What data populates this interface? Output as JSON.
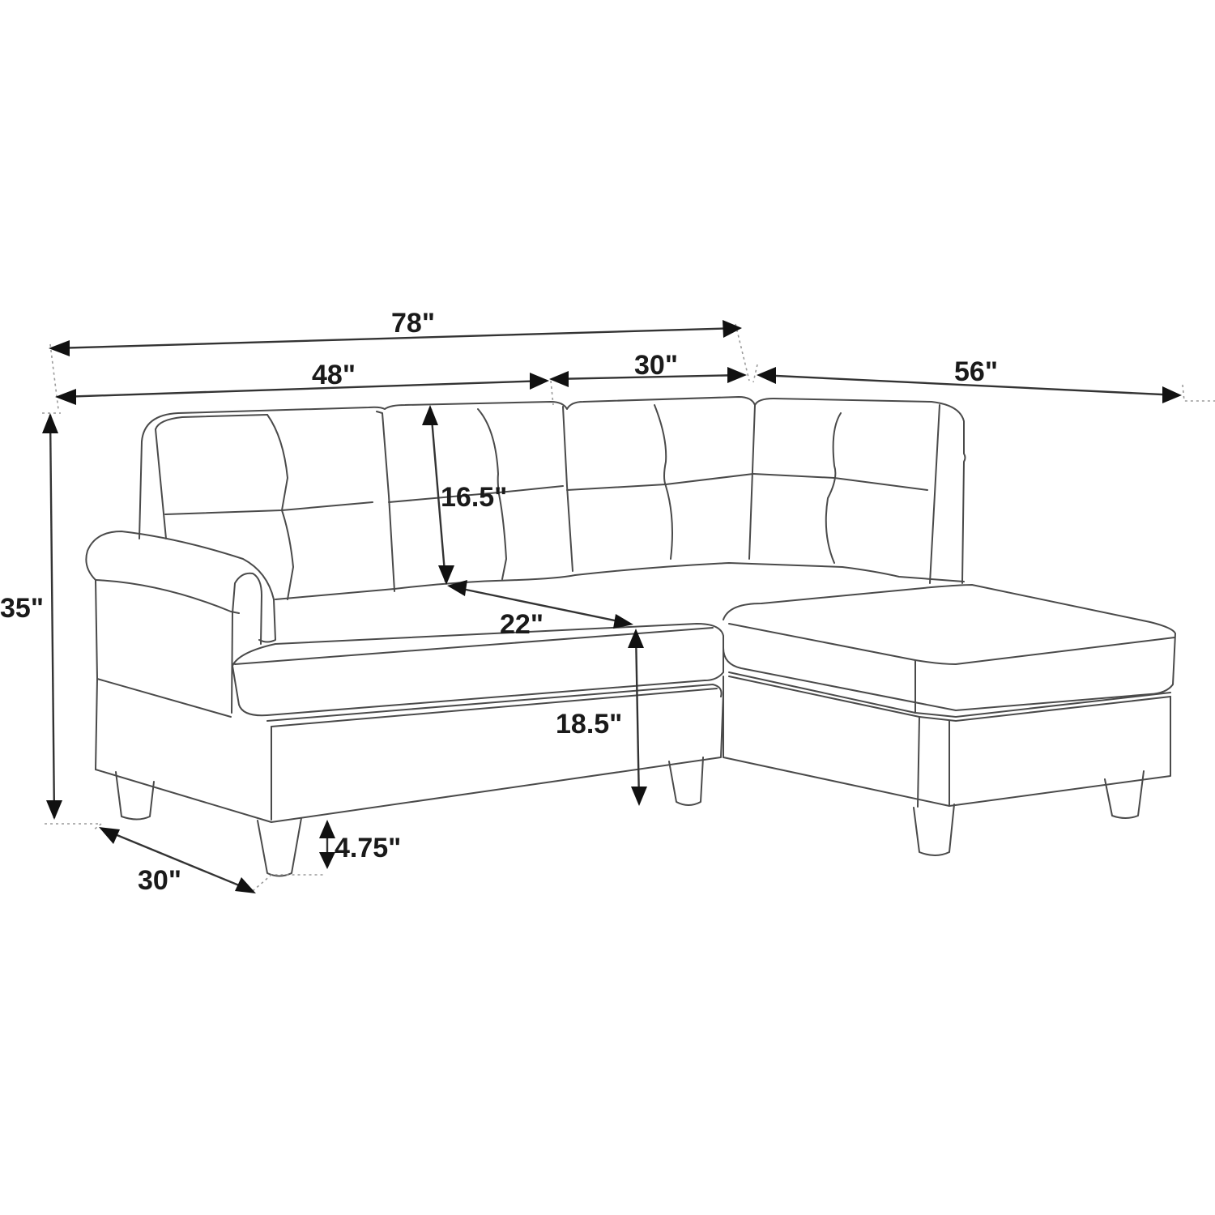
{
  "diagram": {
    "subject": "L-shaped sectional sofa with right-facing chaise",
    "line_color": "#4a4a4a",
    "text_color": "#1a1a1a",
    "background": "#ffffff",
    "dimensions": {
      "overall_width": "78\"",
      "loveseat_width": "48\"",
      "corner_width": "30\"",
      "chaise_length": "56\"",
      "overall_height": "35\"",
      "back_height": "16.5\"",
      "seat_depth": "22\"",
      "seat_height": "18.5\"",
      "leg_height": "4.75\"",
      "overall_depth": "30\""
    }
  }
}
